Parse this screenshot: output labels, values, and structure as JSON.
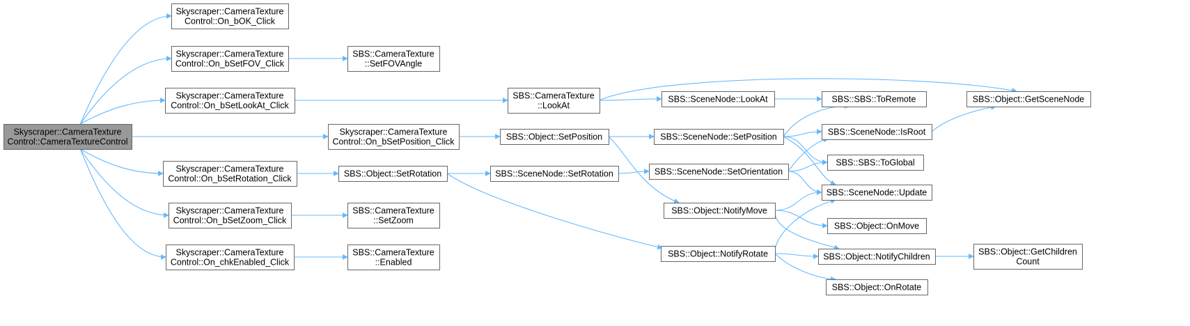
{
  "colors": {
    "edge": "#63b8ff",
    "node_border": "#666666",
    "root_fill": "#999999",
    "node_fill": "#ffffff"
  },
  "nodes": {
    "root": [
      "Skyscraper::CameraTexture",
      "Control::CameraTextureControl"
    ],
    "on_bok": [
      "Skyscraper::CameraTexture",
      "Control::On_bOK_Click"
    ],
    "on_bsetfov": [
      "Skyscraper::CameraTexture",
      "Control::On_bSetFOV_Click"
    ],
    "on_bsetlookat": [
      "Skyscraper::CameraTexture",
      "Control::On_bSetLookAt_Click"
    ],
    "on_bsetposition": [
      "Skyscraper::CameraTexture",
      "Control::On_bSetPosition_Click"
    ],
    "on_bsetrotation": [
      "Skyscraper::CameraTexture",
      "Control::On_bSetRotation_Click"
    ],
    "on_bsetzoom": [
      "Skyscraper::CameraTexture",
      "Control::On_bSetZoom_Click"
    ],
    "on_chkenabled": [
      "Skyscraper::CameraTexture",
      "Control::On_chkEnabled_Click"
    ],
    "setfovangle": [
      "SBS::CameraTexture",
      "::SetFOVAngle"
    ],
    "cam_lookat": [
      "SBS::CameraTexture",
      "::LookAt"
    ],
    "obj_setposition": [
      "SBS::Object::SetPosition"
    ],
    "obj_setrotation": [
      "SBS::Object::SetRotation"
    ],
    "setzoom": [
      "SBS::CameraTexture",
      "::SetZoom"
    ],
    "enabled": [
      "SBS::CameraTexture",
      "::Enabled"
    ],
    "sn_lookat": [
      "SBS::SceneNode::LookAt"
    ],
    "sn_setposition": [
      "SBS::SceneNode::SetPosition"
    ],
    "sn_setrotation": [
      "SBS::SceneNode::SetRotation"
    ],
    "sn_setorientation": [
      "SBS::SceneNode::SetOrientation"
    ],
    "obj_notifymove": [
      "SBS::Object::NotifyMove"
    ],
    "obj_notifyrotate": [
      "SBS::Object::NotifyRotate"
    ],
    "toremote": [
      "SBS::SBS::ToRemote"
    ],
    "isroot": [
      "SBS::SceneNode::IsRoot"
    ],
    "toglobal": [
      "SBS::SBS::ToGlobal"
    ],
    "sn_update": [
      "SBS::SceneNode::Update"
    ],
    "obj_onmove": [
      "SBS::Object::OnMove"
    ],
    "obj_notifychildren": [
      "SBS::Object::NotifyChildren"
    ],
    "obj_onrotate": [
      "SBS::Object::OnRotate"
    ],
    "getscenenode": [
      "SBS::Object::GetSceneNode"
    ],
    "getchildrencount": [
      "SBS::Object::GetChildren",
      "Count"
    ]
  },
  "edges": [
    [
      "root",
      "on_bok"
    ],
    [
      "root",
      "on_bsetfov"
    ],
    [
      "root",
      "on_bsetlookat"
    ],
    [
      "root",
      "on_bsetposition"
    ],
    [
      "root",
      "on_bsetrotation"
    ],
    [
      "root",
      "on_bsetzoom"
    ],
    [
      "root",
      "on_chkenabled"
    ],
    [
      "on_bsetfov",
      "setfovangle"
    ],
    [
      "on_bsetlookat",
      "cam_lookat"
    ],
    [
      "on_bsetposition",
      "obj_setposition"
    ],
    [
      "on_bsetrotation",
      "obj_setrotation"
    ],
    [
      "on_bsetzoom",
      "setzoom"
    ],
    [
      "on_chkenabled",
      "enabled"
    ],
    [
      "cam_lookat",
      "getscenenode"
    ],
    [
      "cam_lookat",
      "sn_lookat"
    ],
    [
      "sn_lookat",
      "toremote"
    ],
    [
      "obj_setposition",
      "sn_setposition"
    ],
    [
      "obj_setposition",
      "obj_notifymove"
    ],
    [
      "sn_setposition",
      "toremote"
    ],
    [
      "sn_setposition",
      "isroot"
    ],
    [
      "sn_setposition",
      "toglobal"
    ],
    [
      "sn_setposition",
      "sn_update"
    ],
    [
      "obj_setrotation",
      "sn_setrotation"
    ],
    [
      "obj_setrotation",
      "obj_notifyrotate"
    ],
    [
      "sn_setrotation",
      "sn_setorientation"
    ],
    [
      "sn_setorientation",
      "isroot"
    ],
    [
      "sn_setorientation",
      "toglobal"
    ],
    [
      "sn_setorientation",
      "sn_update"
    ],
    [
      "isroot",
      "getscenenode"
    ],
    [
      "obj_notifymove",
      "sn_update"
    ],
    [
      "obj_notifymove",
      "obj_onmove"
    ],
    [
      "obj_notifymove",
      "obj_notifychildren"
    ],
    [
      "obj_notifyrotate",
      "sn_update"
    ],
    [
      "obj_notifyrotate",
      "obj_notifychildren"
    ],
    [
      "obj_notifyrotate",
      "obj_onrotate"
    ],
    [
      "obj_notifychildren",
      "getchildrencount"
    ]
  ]
}
